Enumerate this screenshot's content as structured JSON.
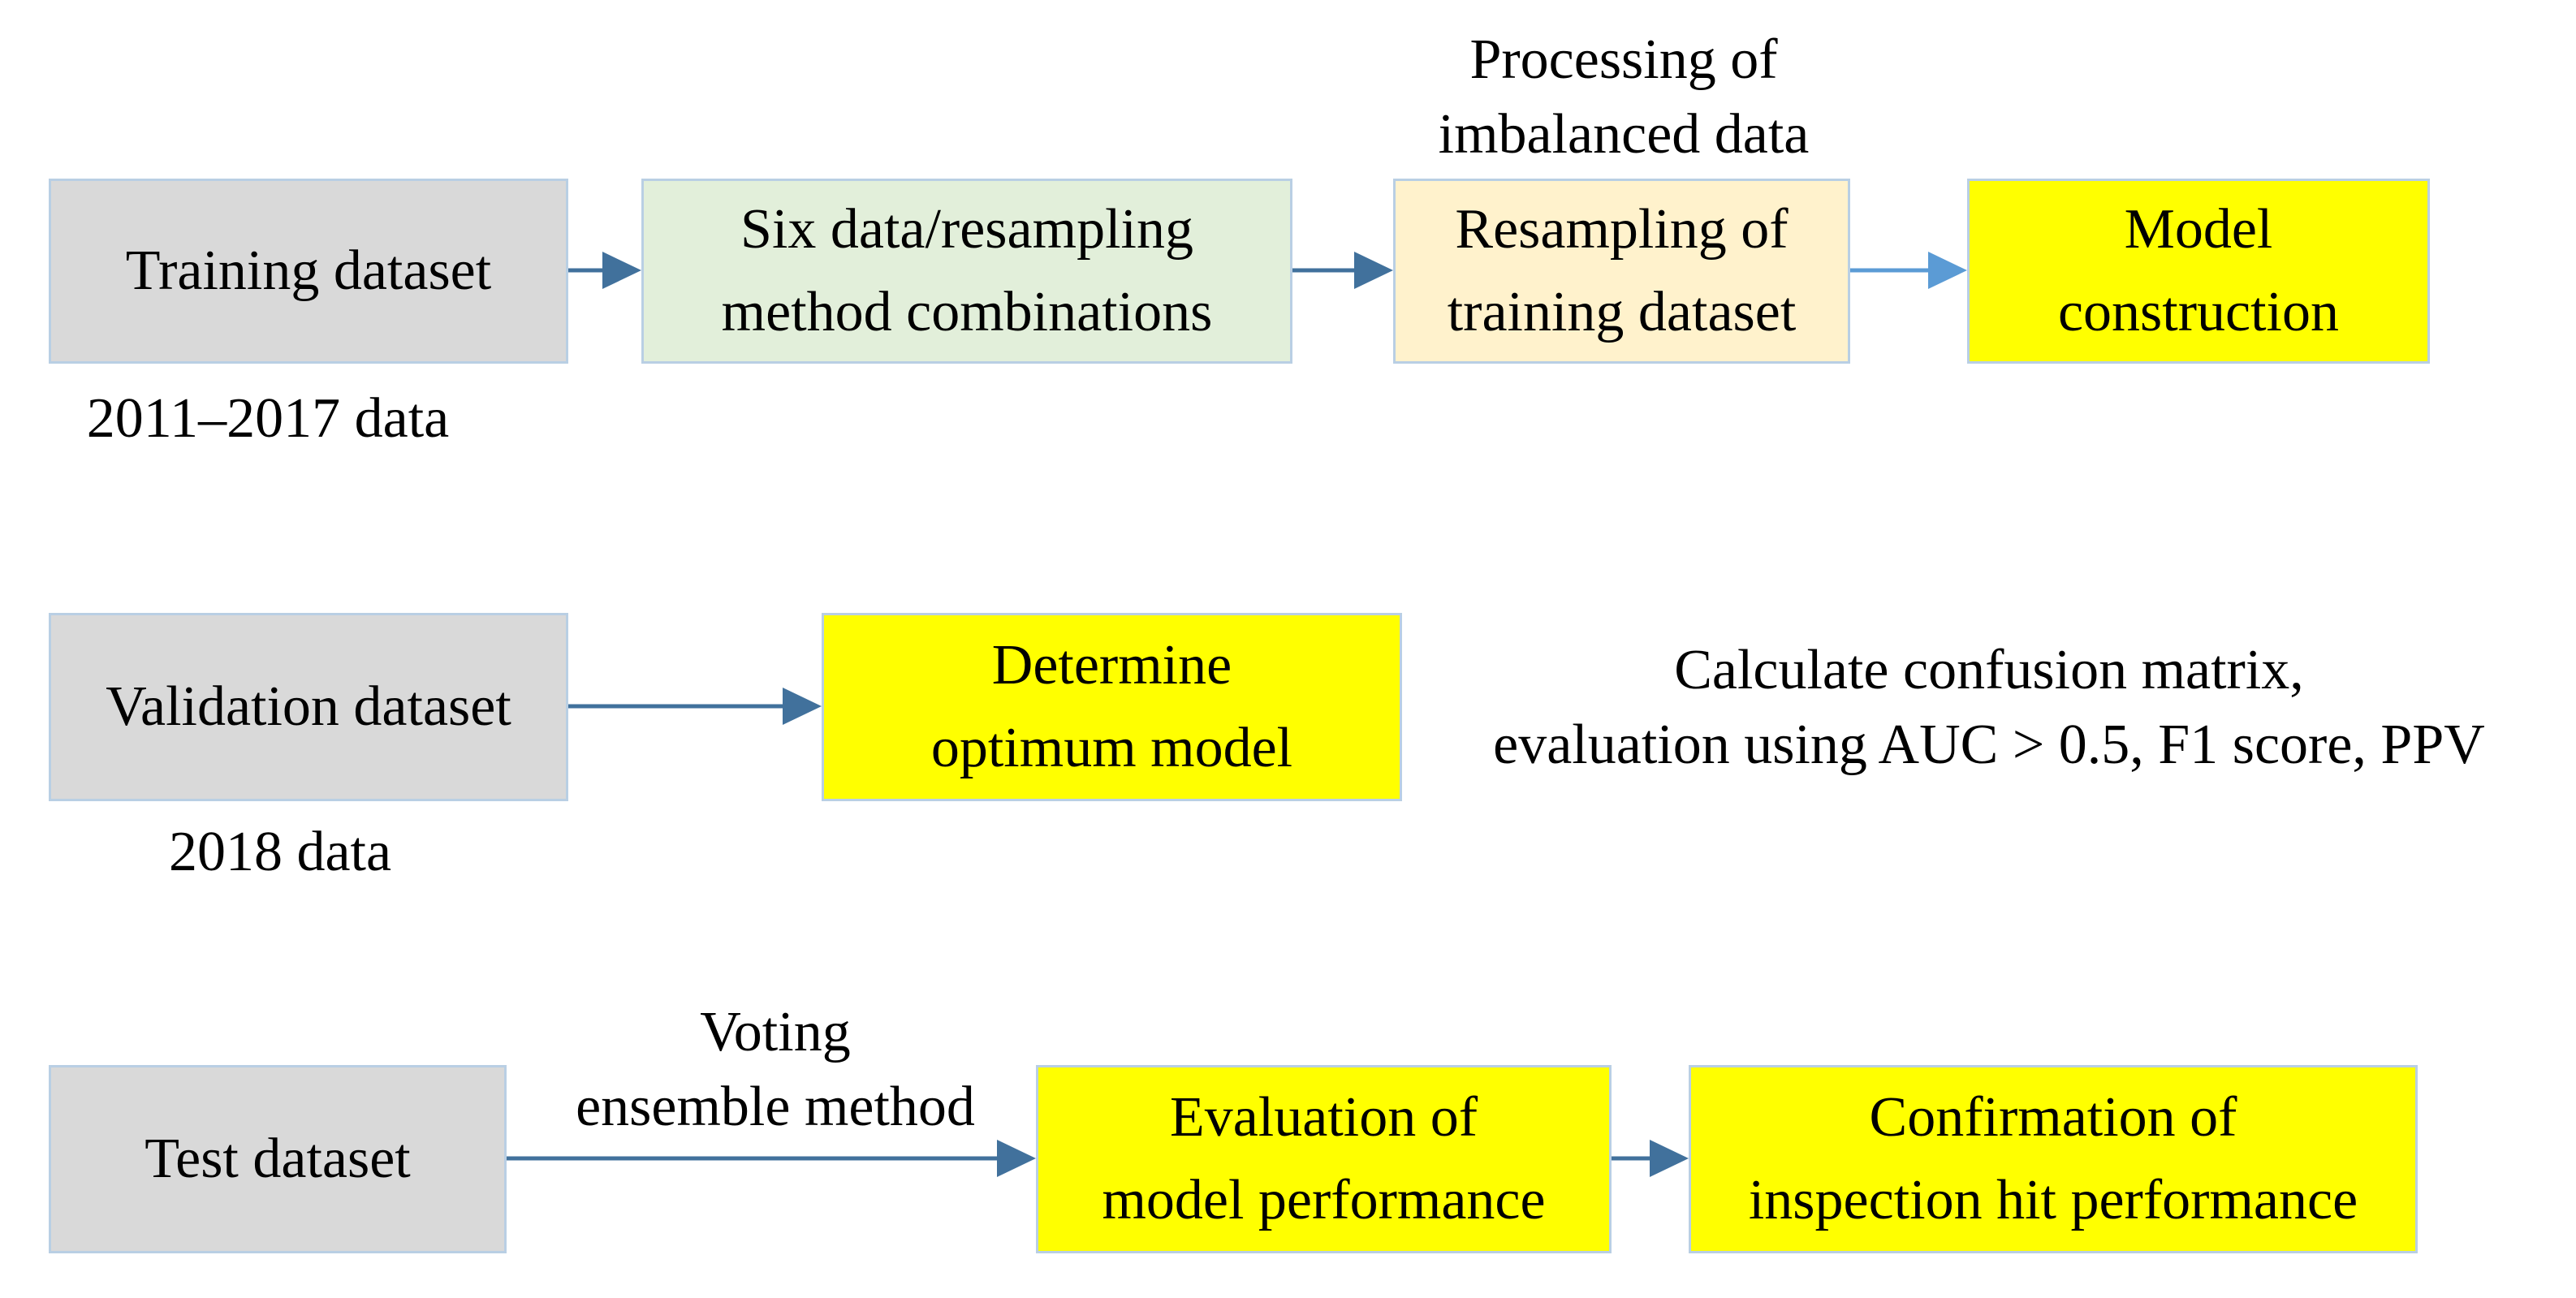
{
  "colors": {
    "gray_fill": "#d9d9d9",
    "green_fill": "#e2efda",
    "peach_fill": "#fff2cc",
    "yellow_fill": "#ffff00",
    "box_border": "#b9cfe4",
    "arrow": "#41719c",
    "arrow_light": "#5b9bd5"
  },
  "row1": {
    "training_box": {
      "line1": "Training dataset"
    },
    "training_caption": "2011–2017 data",
    "combinations_box": {
      "line1": "Six data/resampling",
      "line2": "method combinations"
    },
    "imbalance_label": {
      "line1": "Processing of",
      "line2": "imbalanced data"
    },
    "resampling_box": {
      "line1": "Resampling of",
      "line2": "training dataset"
    },
    "model_box": {
      "line1": "Model",
      "line2": "construction"
    }
  },
  "row2": {
    "validation_box": {
      "line1": "Validation dataset"
    },
    "validation_caption": "2018 data",
    "optimum_box": {
      "line1": "Determine",
      "line2": "optimum model"
    },
    "metrics_label": {
      "line1": "Calculate confusion matrix,",
      "line2": "evaluation using AUC > 0.5, F1 score, PPV"
    }
  },
  "row3": {
    "test_box": {
      "line1": "Test dataset"
    },
    "voting_label": {
      "line1": "Voting",
      "line2": "ensemble method"
    },
    "evaluation_box": {
      "line1": "Evaluation of",
      "line2": "model performance"
    },
    "confirmation_box": {
      "line1": "Confirmation of",
      "line2": "inspection hit performance"
    }
  }
}
